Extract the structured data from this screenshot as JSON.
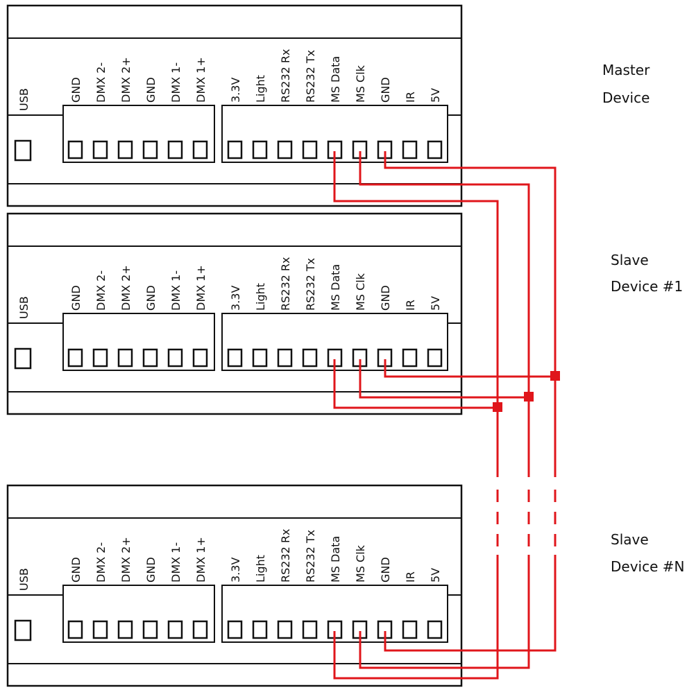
{
  "devices": [
    {
      "name_line1": "Master",
      "name_line2": "Device"
    },
    {
      "name_line1": "Slave",
      "name_line2": "Device #1"
    },
    {
      "name_line1": "Slave",
      "name_line2": "Device #N"
    }
  ],
  "usb_label": "USB",
  "dmx_pins": [
    "GND",
    "DMX 2-",
    "DMX 2+",
    "GND",
    "DMX 1-",
    "DMX 1+"
  ],
  "io_pins": [
    "3.3V",
    "Light",
    "RS232 Rx",
    "RS232 Tx",
    "MS Data",
    "MS Clk",
    "GND",
    "IR",
    "5V"
  ],
  "colors": {
    "line": "#111111",
    "wire": "#e0161b"
  }
}
